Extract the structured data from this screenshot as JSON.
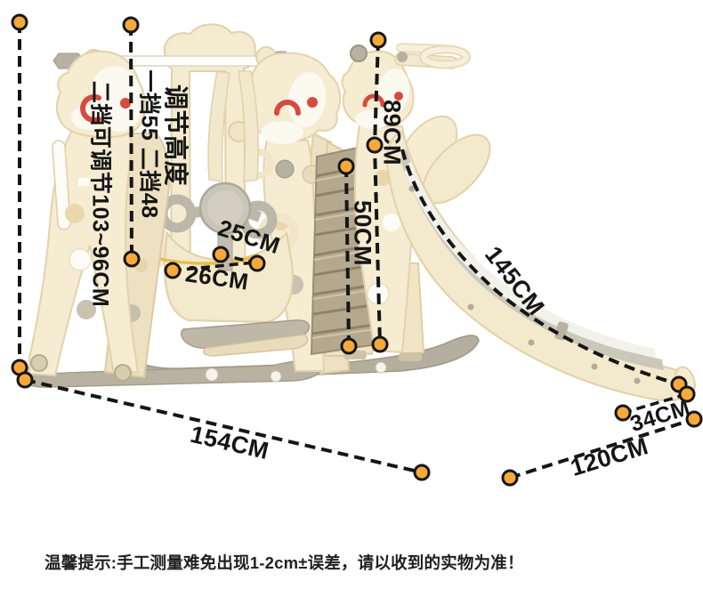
{
  "annotations": {
    "left_height": "二挡可调节103~96CM",
    "adjust_heading": "调节高度",
    "adjust_detail": "一挡55 二挡48",
    "frame_height": "89CM",
    "platform_height": "50CM",
    "slide_length": "145CM",
    "seat_width": "25CM",
    "seat_depth": "26CM",
    "slide_end_height": "34CM",
    "slide_span": "120CM",
    "base_width": "154CM"
  },
  "note": "温馨提示:手工测量难免出现1-2cm±误差，请以收到的实物为准！",
  "colors": {
    "dot_fill": "#F6A93B",
    "dot_stroke": "#161616",
    "dash_line": "#151515",
    "cream": "#F5ECD2",
    "cream_shade": "#E3D2AB",
    "plastic_gray": "#C4C0B3",
    "ladder_tan": "#B4A88F",
    "slide_surface": "#F2F1EA",
    "accent_red": "#D84A3E",
    "note_text": "#1F1F1F"
  }
}
